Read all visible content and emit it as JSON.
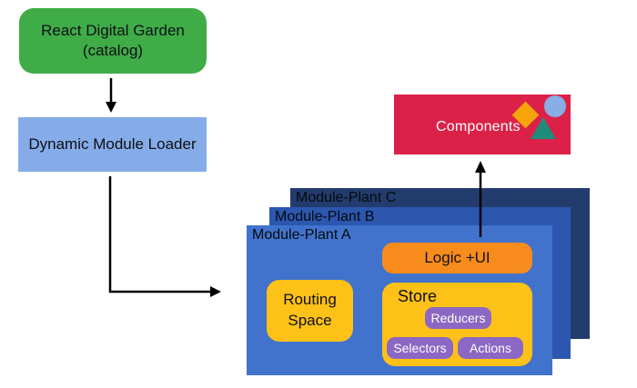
{
  "diagram": {
    "catalog": {
      "line1": "React Digital Garden",
      "line2": "(catalog)"
    },
    "loader": {
      "label": "Dynamic Module Loader"
    },
    "components": {
      "label": "Components"
    },
    "modules": [
      {
        "label": "Module-Plant C"
      },
      {
        "label": "Module-Plant B"
      },
      {
        "label": "Module-Plant A"
      }
    ],
    "module_a": {
      "logic_ui": {
        "label": "Logic +UI"
      },
      "routing_space": {
        "line1": "Routing",
        "line2": "Space"
      },
      "store": {
        "label": "Store",
        "chips": [
          {
            "label": "Reducers"
          },
          {
            "label": "Selectors"
          },
          {
            "label": "Actions"
          }
        ]
      }
    },
    "colors": {
      "catalog_green": "#3FAC48",
      "loader_blue": "#85ACE8",
      "components_red": "#DB2148",
      "module_a_blue": "#4273CC",
      "module_b_blue": "#2B57AF",
      "module_c_navy": "#233C6E",
      "logic_orange": "#F78C1C",
      "store_yellow": "#FDC118",
      "chip_purple": "#8B68C3",
      "shape_diamond_yellow": "#F5A50A",
      "shape_circle_blue": "#88AEE5",
      "shape_triangle_teal": "#1E8C7B",
      "arrow_black": "#000000"
    }
  }
}
